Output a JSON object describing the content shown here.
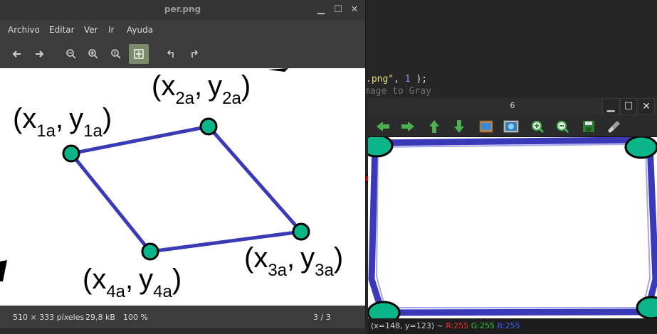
{
  "editor": {
    "line1_prefix": ".png\"",
    "line1_sep": ", ",
    "line1_num": "1",
    "line1_suffix": " );",
    "line2": "mage to Gray"
  },
  "viewer": {
    "title": "per.png",
    "menu": [
      "Archivo",
      "Editar",
      "Ver",
      "Ir",
      "Ayuda"
    ],
    "image_labels": {
      "p1_x": "x",
      "p1_xs": "1a",
      "p1_y": "y",
      "p1_ys": "1a",
      "p2_x": "x",
      "p2_xs": "2a",
      "p2_y": "y",
      "p2_ys": "2a",
      "p3_x": "x",
      "p3_xs": "3a",
      "p3_y": "y",
      "p3_ys": "3a",
      "p4_x": "x",
      "p4_xs": "4a",
      "p4_y": "y",
      "p4_ys": "4a",
      "open_paren": "(",
      "comma": ",",
      "close_paren": ")"
    },
    "status": {
      "dimensions": "510 × 333 píxeles",
      "size": "29,8 kB",
      "zoom": "100 %",
      "page": "3 / 3"
    }
  },
  "cv_window": {
    "title": "6",
    "status": {
      "coords": "(x=148, y=123) ~",
      "r": "R:255",
      "g": "G:255",
      "b": "B:255"
    }
  },
  "colors": {
    "line_blue": "#3a3ab8",
    "node_teal": "#0ab58a",
    "red_marker": "#e00000"
  }
}
